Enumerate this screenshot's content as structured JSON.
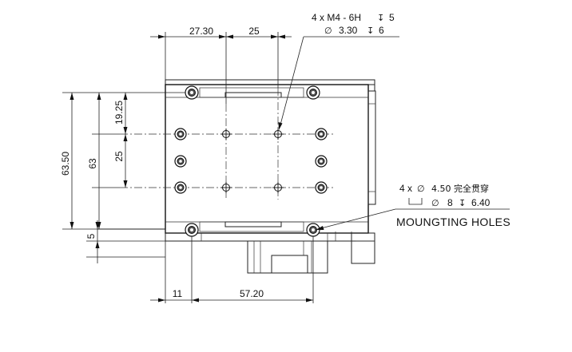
{
  "dimensions": {
    "top_left": "27.30",
    "top_mid": "25",
    "left_outer": "63.50",
    "left_inner": "63",
    "left_top_offset": "19.25",
    "left_pitch": "25",
    "left_bottom": "5",
    "bottom_left": "11",
    "bottom_span": "57.20"
  },
  "callout_threaded": {
    "line1_a": "4 x  M4 - 6H",
    "line1_depth_symbol": "↧",
    "line1_b": "5",
    "line2_dia_symbol": "∅",
    "line2_a": "3.30",
    "line2_depth_symbol": "↧",
    "line2_b": "6"
  },
  "callout_mounting": {
    "line1_a": "4 x",
    "line1_dia_symbol": "∅",
    "line1_b": "4.50 完全贯穿",
    "line2_dia_symbol": "∅",
    "line2_a": "8",
    "line2_depth_symbol": "↧",
    "line2_b": "6.40",
    "label": "MOUNGTING HOLES"
  }
}
